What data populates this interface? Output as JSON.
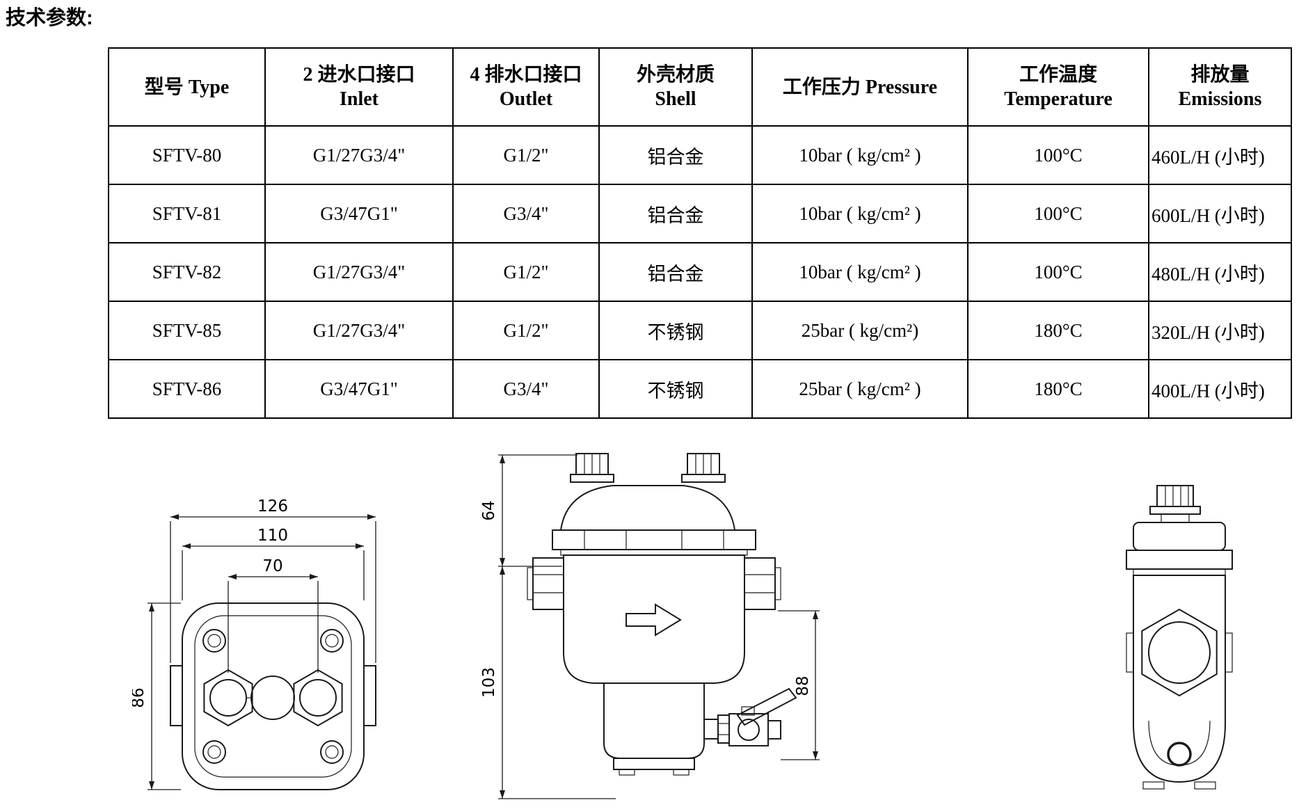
{
  "page": {
    "title": "技术参数:"
  },
  "table": {
    "headers": [
      {
        "line1": "型号  Type",
        "line2": ""
      },
      {
        "line1": "2 进水口接口",
        "line2": "Inlet"
      },
      {
        "line1": "4 排水口接口",
        "line2": "Outlet"
      },
      {
        "line1": "外壳材质",
        "line2": "Shell"
      },
      {
        "line1": "工作压力  Pressure",
        "line2": ""
      },
      {
        "line1": "工作温度",
        "line2": "Temperature"
      },
      {
        "line1": "排放量",
        "line2": "Emissions"
      }
    ],
    "rows": [
      {
        "type": "SFTV-80",
        "inlet": "G1/27G3/4\"",
        "outlet": "G1/2\"",
        "shell": "铝合金",
        "pressure": "10bar (  kg/cm² )",
        "temperature": "100°C",
        "emissions": "460L/H (小时)"
      },
      {
        "type": "SFTV-81",
        "inlet": "G3/47G1\"",
        "outlet": "G3/4\"",
        "shell": "铝合金",
        "pressure": "10bar ( kg/cm² )",
        "temperature": "100°C",
        "emissions": "600L/H (小时)"
      },
      {
        "type": "SFTV-82",
        "inlet": "G1/27G3/4\"",
        "outlet": "G1/2\"",
        "shell": "铝合金",
        "pressure": "10bar (  kg/cm² )",
        "temperature": "100°C",
        "emissions": "480L/H (小时)"
      },
      {
        "type": "SFTV-85",
        "inlet": "G1/27G3/4\"",
        "outlet": "G1/2\"",
        "shell": "不锈钢",
        "pressure": "25bar ( kg/cm²)",
        "temperature": "180°C",
        "emissions": "320L/H (小时)"
      },
      {
        "type": "SFTV-86",
        "inlet": "G3/47G1\"",
        "outlet": "G3/4\"",
        "shell": "不锈钢",
        "pressure": "25bar (  kg/cm² )",
        "temperature": "180°C",
        "emissions": "400L/H (小时)"
      }
    ]
  },
  "drawings": {
    "front_view": {
      "dim_overall_width": "126",
      "dim_body_width": "110",
      "dim_port_spacing": "70",
      "dim_height": "86"
    },
    "side_view": {
      "dim_cover_height": "64",
      "dim_body_height": "103",
      "dim_outlet_height": "88"
    }
  },
  "colors": {
    "background": "#ffffff",
    "line": "#1a1a1a",
    "text": "#000000"
  }
}
